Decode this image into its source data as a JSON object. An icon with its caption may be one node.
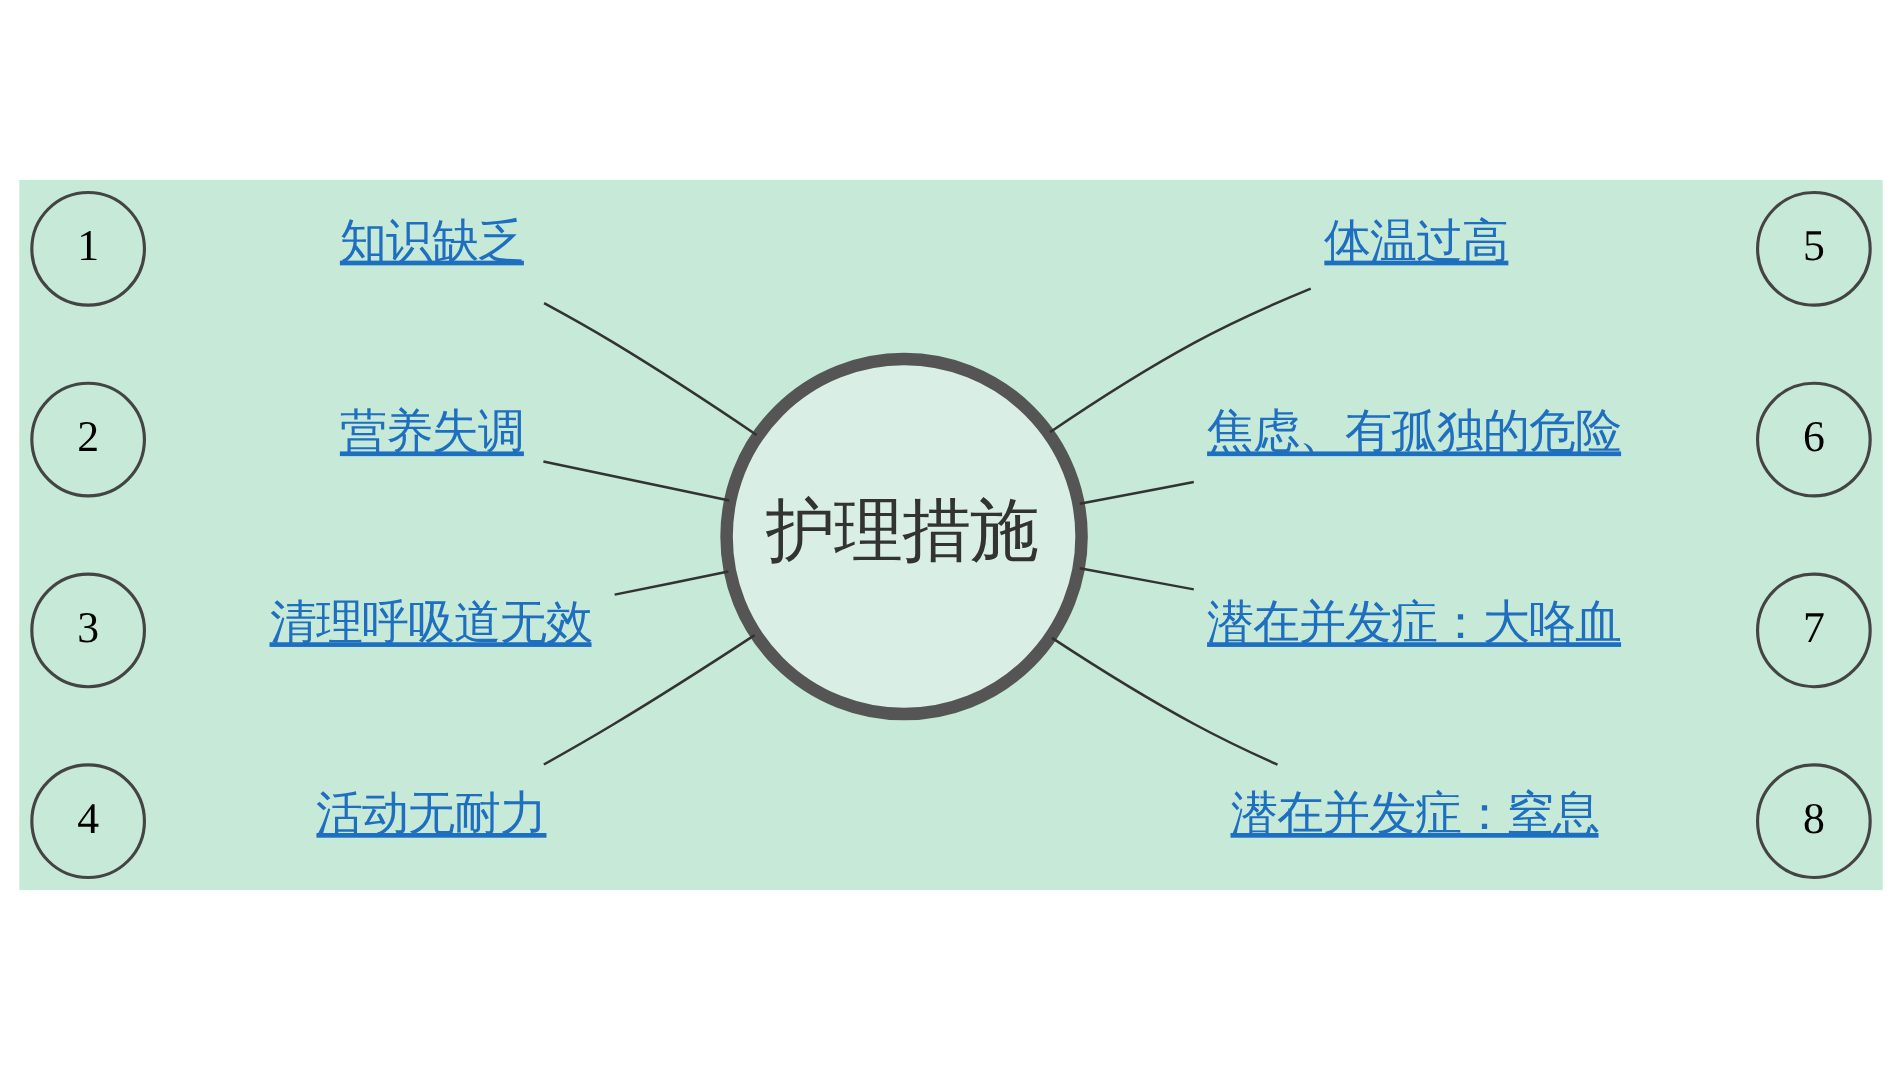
{
  "diagram": {
    "nodes": [
      {
        "text": [
          "护理措施"
        ]
      },
      {
        "text": [
          "1"
        ]
      },
      {
        "text": [
          "知识缺乏"
        ]
      },
      {
        "text": [
          "2"
        ]
      },
      {
        "text": [
          "营养失调"
        ]
      },
      {
        "text": [
          "3"
        ]
      },
      {
        "text": [
          "清理呼吸道无效"
        ]
      },
      {
        "text": [
          "4"
        ]
      },
      {
        "text": [
          "活动无耐力"
        ]
      },
      {
        "text": [
          "5"
        ]
      },
      {
        "text": [
          "体温过高"
        ]
      },
      {
        "text": [
          "6"
        ]
      },
      {
        "text": [
          "焦虑、有孤独的危险"
        ]
      },
      {
        "text": [
          "7"
        ]
      },
      {
        "text": [
          "潜在并发症：大咯血"
        ]
      },
      {
        "text": [
          "8"
        ]
      },
      {
        "text": [
          "潜在并发症：窒息"
        ]
      }
    ],
    "edges": [
      {
        "from": 0,
        "to": 2,
        "arrow": "none"
      },
      {
        "from": 0,
        "to": 4,
        "arrow": "none"
      },
      {
        "from": 0,
        "to": 6,
        "arrow": "none"
      },
      {
        "from": 0,
        "to": 8,
        "arrow": "none"
      },
      {
        "from": 0,
        "to": 10,
        "arrow": "none"
      },
      {
        "from": 0,
        "to": 12,
        "arrow": "none"
      },
      {
        "from": 0,
        "to": 14,
        "arrow": "none"
      },
      {
        "from": 0,
        "to": 16,
        "arrow": "none"
      }
    ]
  }
}
